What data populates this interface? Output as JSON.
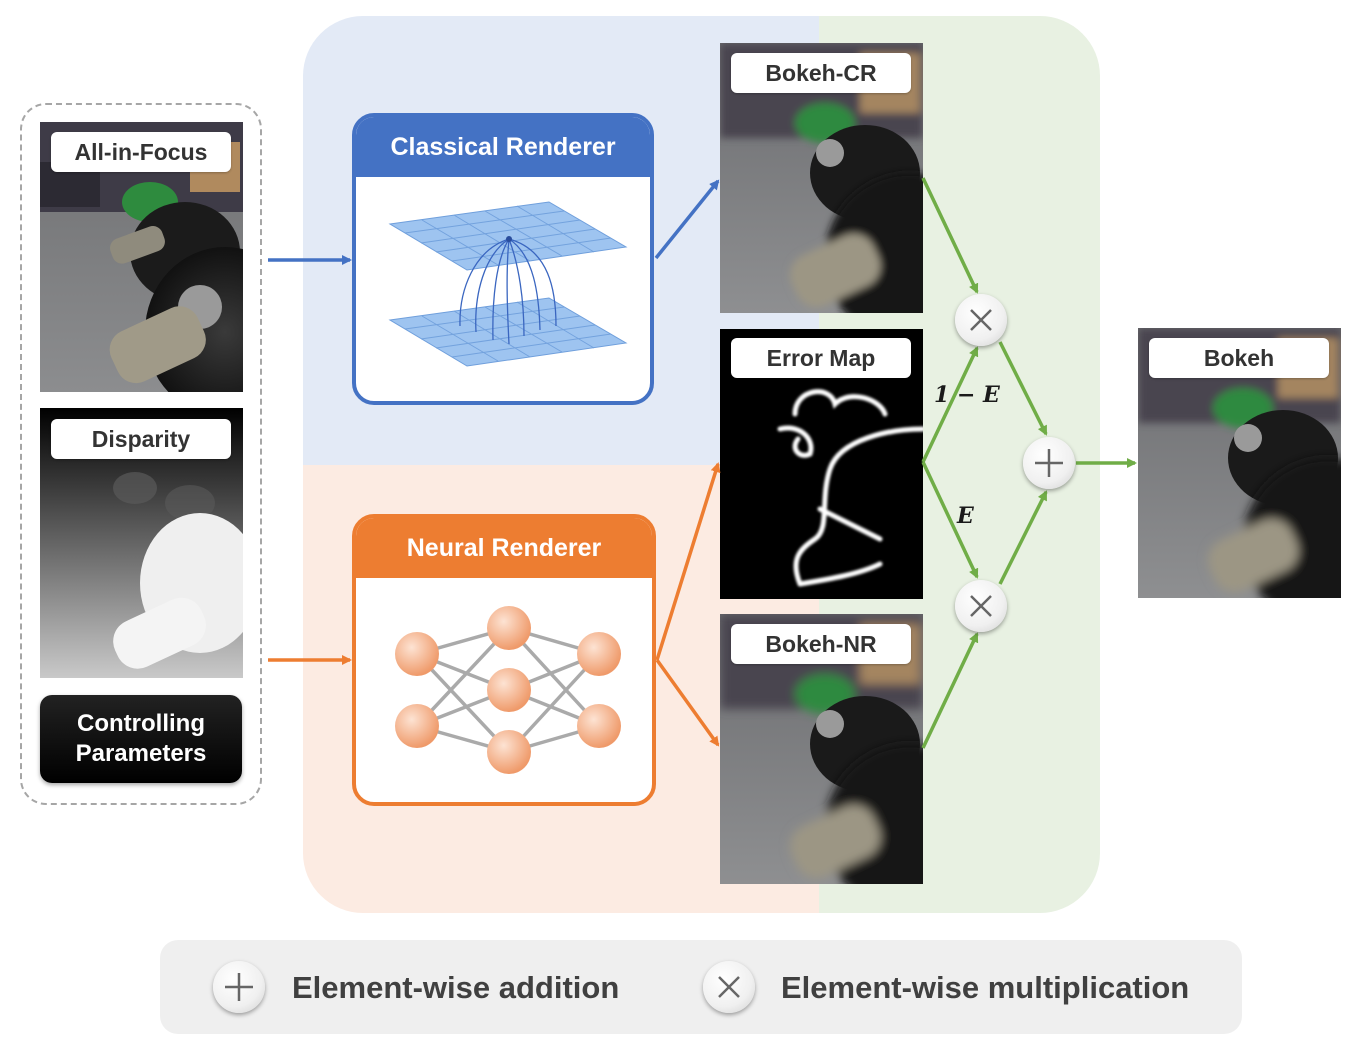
{
  "inputs": {
    "all_in_focus_label": "All-in-Focus",
    "disparity_label": "Disparity",
    "controlling_parameters_line1": "Controlling",
    "controlling_parameters_line2": "Parameters"
  },
  "renderers": {
    "classical": "Classical Renderer",
    "neural": "Neural Renderer"
  },
  "outputs": {
    "bokeh_cr_label": "Bokeh-CR",
    "error_map_label": "Error Map",
    "bokeh_nr_label": "Bokeh-NR",
    "bokeh_label": "Bokeh"
  },
  "weights": {
    "one_minus_e": "1 − E",
    "e": "E"
  },
  "legend": {
    "addition": "Element-wise addition",
    "multiplication": "Element-wise multiplication"
  },
  "colors": {
    "classical_blue": "#4472c4",
    "neural_orange": "#ed7d31",
    "fusion_green": "#70ad47",
    "classical_bg": "#e3eaf6",
    "neural_bg": "#fcebe2",
    "fusion_bg": "#e8f1e2"
  }
}
